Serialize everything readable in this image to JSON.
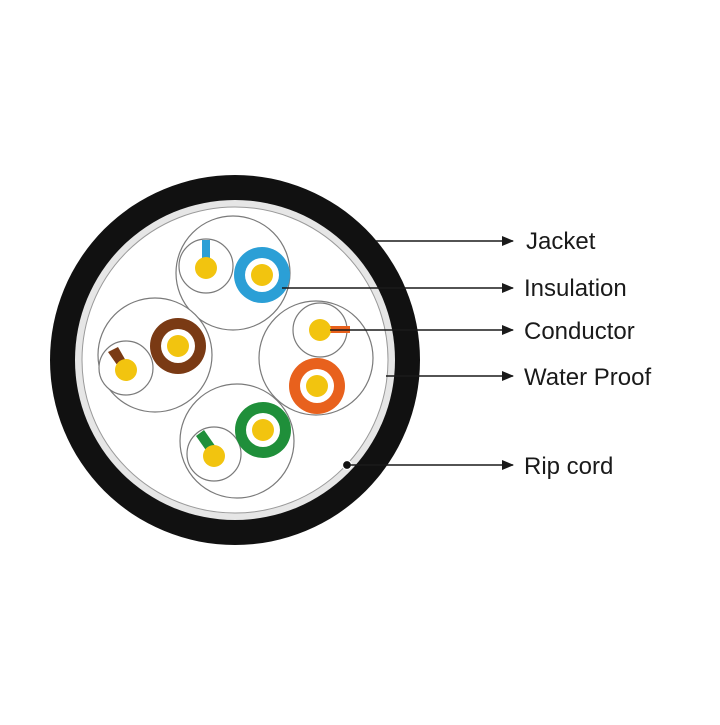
{
  "labels": {
    "jacket": "Jacket",
    "insulation": "Insulation",
    "conductor": "Conductor",
    "water_proof": "Water Proof",
    "rip_cord": "Rip cord"
  },
  "colors": {
    "jacket": "#111111",
    "water_proof": "#e6e6e6",
    "conductor": "#f2c40f",
    "pair_blue": "#2b9fd6",
    "pair_brown": "#7a3a14",
    "pair_orange": "#e8611d",
    "pair_green": "#1f8f3a"
  },
  "pairs": [
    {
      "name": "blue-pair",
      "color": "pair_blue"
    },
    {
      "name": "brown-pair",
      "color": "pair_brown"
    },
    {
      "name": "orange-pair",
      "color": "pair_orange"
    },
    {
      "name": "green-pair",
      "color": "pair_green"
    }
  ]
}
